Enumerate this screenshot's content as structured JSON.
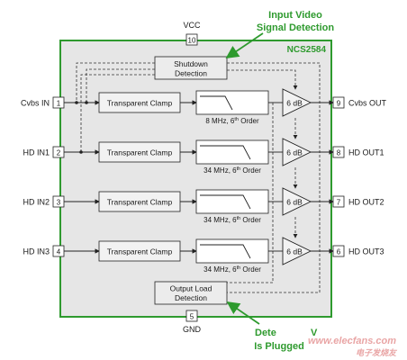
{
  "annotations": {
    "top_line1": "Input Video",
    "top_line2": "Signal Detection",
    "bottom_line1_left": "Dete",
    "bottom_line1_right": "V",
    "bottom_line2": "Is Plugged"
  },
  "chip": {
    "name": "NCS2584",
    "vcc_label": "VCC",
    "vcc_pin": "10",
    "gnd_label": "GND",
    "gnd_pin": "5"
  },
  "blocks": {
    "shutdown_line1": "Shutdown",
    "shutdown_line2": "Detection",
    "olo_line1": "Output Load",
    "olo_line2": "Detection"
  },
  "channels": [
    {
      "in_label": "Cvbs IN",
      "in_pin": "1",
      "clamp": "Transparent Clamp",
      "filter_label": "8 MHz, 6",
      "order": "th",
      "order_suffix": " Order",
      "gain": "6 dB",
      "out_pin": "9",
      "out_label": "Cvbs OUT"
    },
    {
      "in_label": "HD IN1",
      "in_pin": "2",
      "clamp": "Transparent Clamp",
      "filter_label": "34 MHz, 6",
      "order": "th",
      "order_suffix": " Order",
      "gain": "6 dB",
      "out_pin": "8",
      "out_label": "HD OUT1"
    },
    {
      "in_label": "HD IN2",
      "in_pin": "3",
      "clamp": "Transparent Clamp",
      "filter_label": "34 MHz, 6",
      "order": "th",
      "order_suffix": " Order",
      "gain": "6 dB",
      "out_pin": "7",
      "out_label": "HD OUT2"
    },
    {
      "in_label": "HD IN3",
      "in_pin": "4",
      "clamp": "Transparent Clamp",
      "filter_label": "34 MHz, 6",
      "order": "th",
      "order_suffix": " Order",
      "gain": "6 dB",
      "out_pin": "6",
      "out_label": "HD OUT3"
    }
  ],
  "watermark": {
    "line1": "www.elecfans.com",
    "line2": "电子发烧友"
  }
}
